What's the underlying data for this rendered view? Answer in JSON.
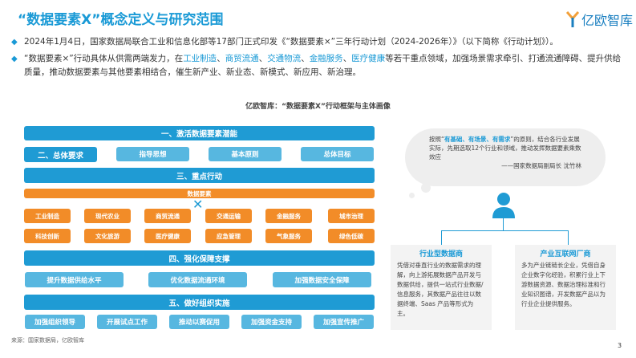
{
  "title": "“数据要素X”概念定义与研究范围",
  "logo": {
    "text": "亿欧智库",
    "color": "#1a7fc0"
  },
  "bullets": [
    {
      "text": "2024年1月4日，国家数据局联合工业和信息化部等17部门正式印发《“数据要素×”三年行动计划（2024-2026年）》（以下简称《行动计划》）。"
    },
    {
      "pre": "“数据要素×”行动具体从供需两端发力，在",
      "h1": "工业制造",
      "s1": "、",
      "h2": "商贸流通",
      "s2": "、",
      "h3": "交通物流",
      "s3": "、",
      "h4": "金融服务",
      "s4": "、",
      "h5": "医疗健康",
      "post": "等若干重点领域，加强场景需求牵引、打通流通障碍、提升供给质量，推动数据要素与其他要素相结合，催生新产业、新业态、新模式、新应用、新治理。"
    }
  ],
  "chart_title": "亿欧智库：“数据要素X”行动框架与主体画像",
  "framework": {
    "s1": "一、激活数据要素潜能",
    "s2": "二、总体要求",
    "s2items": [
      "指导思想",
      "基本原则",
      "总体目标"
    ],
    "s3": "三、重点行动",
    "data_bar": "数据要素",
    "cross": "✕",
    "row1": [
      "工业制造",
      "现代农业",
      "商贸流通",
      "交通运输",
      "金融服务",
      "城市治理"
    ],
    "row2": [
      "科技创新",
      "文化旅游",
      "医疗健康",
      "应急管理",
      "气象服务",
      "绿色低碳"
    ],
    "s4": "四、强化保障支撑",
    "s4items": [
      "提升数据供给水平",
      "优化数据流通环境",
      "加强数据安全保障"
    ],
    "s5": "五、做好组织实施",
    "s5items": [
      "加强组织领导",
      "开展试点工作",
      "推动以赛促用",
      "加强资金支持",
      "加强宣传推广"
    ]
  },
  "quote": {
    "pre": "按照“",
    "hl": "有基础、有场景、有需求",
    "post": "”的原则，结合各行业发展实际，先期选取12个行业和领域，推动发挥数据要素乘数效应",
    "author": "——国家数据局副局长 沈竹林"
  },
  "boxes": [
    {
      "title": "行业型数据商",
      "text": "凭借对垂直行业的数据需求的理解，向上游拓展数据产品开发与数据供给，提供一站式行业数据/信息服务，其数据产品往往以数据终端、Saas 产品等形式为主。"
    },
    {
      "title": "产业互联网厂商",
      "text": "多为产业链链长企业，凭借自身企业数字化经验，积累行业上下游数据资源、数据治理标准和行业知识图谱，开发数据产品以为行业企业提供服务。"
    }
  ],
  "source": "来源：国家数据局，亿欧智库",
  "page": "3"
}
